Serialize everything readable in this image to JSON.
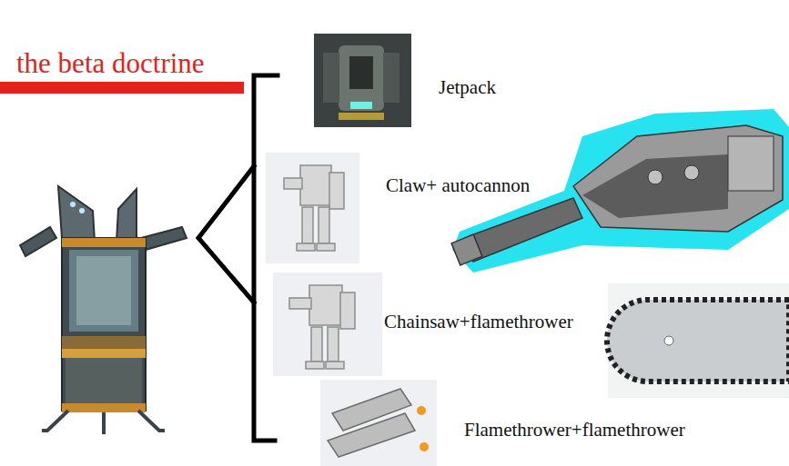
{
  "diagram": {
    "title": "the beta doctrine",
    "labels": [
      "Jetpack",
      "Claw+ autocannon",
      "Chainsaw+flamethrower",
      "Flamethrower+flamethrower"
    ]
  }
}
